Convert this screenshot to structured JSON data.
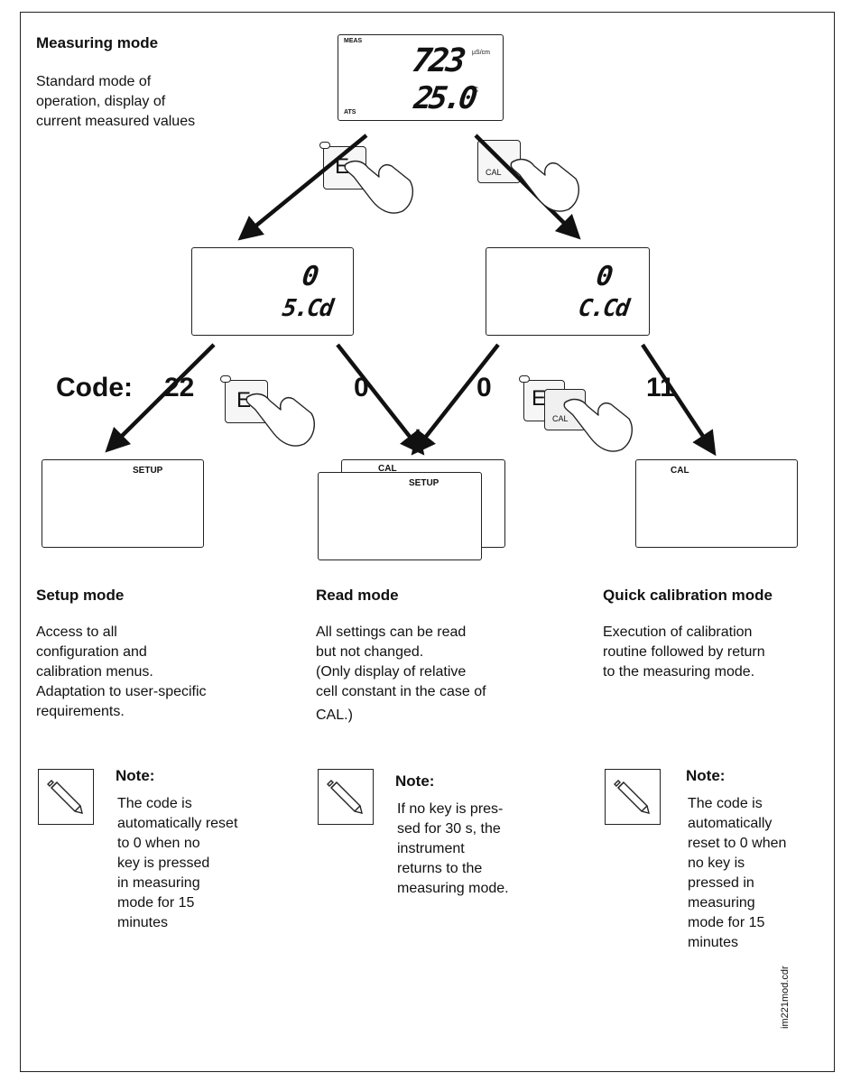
{
  "measuring": {
    "title": "Measuring mode",
    "desc": [
      "Standard mode of",
      "operation, display of",
      "current measured values"
    ],
    "display": {
      "indicator_meas": "MEAS",
      "indicator_ats": "ATS",
      "value1": "723",
      "unit1": "µS/cm",
      "value2": "25.0",
      "unit2": "°C"
    }
  },
  "keys": {
    "e_label": "E",
    "cal_label": "CAL"
  },
  "middle": {
    "left_display": {
      "line1": "0",
      "line2": "5.Cd"
    },
    "right_display": {
      "line1": "0",
      "line2": "C.Cd"
    }
  },
  "codes": {
    "prefix": "Code:",
    "setup": "22",
    "read_left": "0",
    "read_right": "0",
    "quick": "11"
  },
  "bottom_displays": {
    "setup": "SETUP",
    "read_back": "CAL",
    "read_front": "SETUP",
    "quick": "CAL"
  },
  "modes": [
    {
      "title": "Setup mode",
      "desc": [
        "Access to all",
        "configuration and",
        "calibration menus.",
        "Adaptation to user-specific",
        "requirements."
      ],
      "note_title": "Note:",
      "note": [
        "The code is",
        "automatically reset",
        "to 0 when no",
        "key is pressed",
        "in measuring",
        "mode for 15",
        "minutes"
      ]
    },
    {
      "title": "Read mode",
      "desc": [
        "All settings can be read",
        "but not changed.",
        "(Only display of relative",
        "cell constant in the case of",
        "CAL.)"
      ],
      "note_title": "Note:",
      "note": [
        "If no key is pres-",
        "sed for 30 s, the",
        "instrument",
        "returns to the",
        "measuring mode."
      ]
    },
    {
      "title": "Quick calibration mode",
      "desc": [
        "Execution of calibration",
        "routine followed by return",
        "to the measuring mode."
      ],
      "note_title": "Note:",
      "note": [
        "The code is",
        "automatically",
        "reset to 0 when",
        "no key is",
        "pressed in",
        "measuring",
        "mode for 15",
        "minutes"
      ]
    }
  ],
  "file_label": "im221mod.cdr"
}
